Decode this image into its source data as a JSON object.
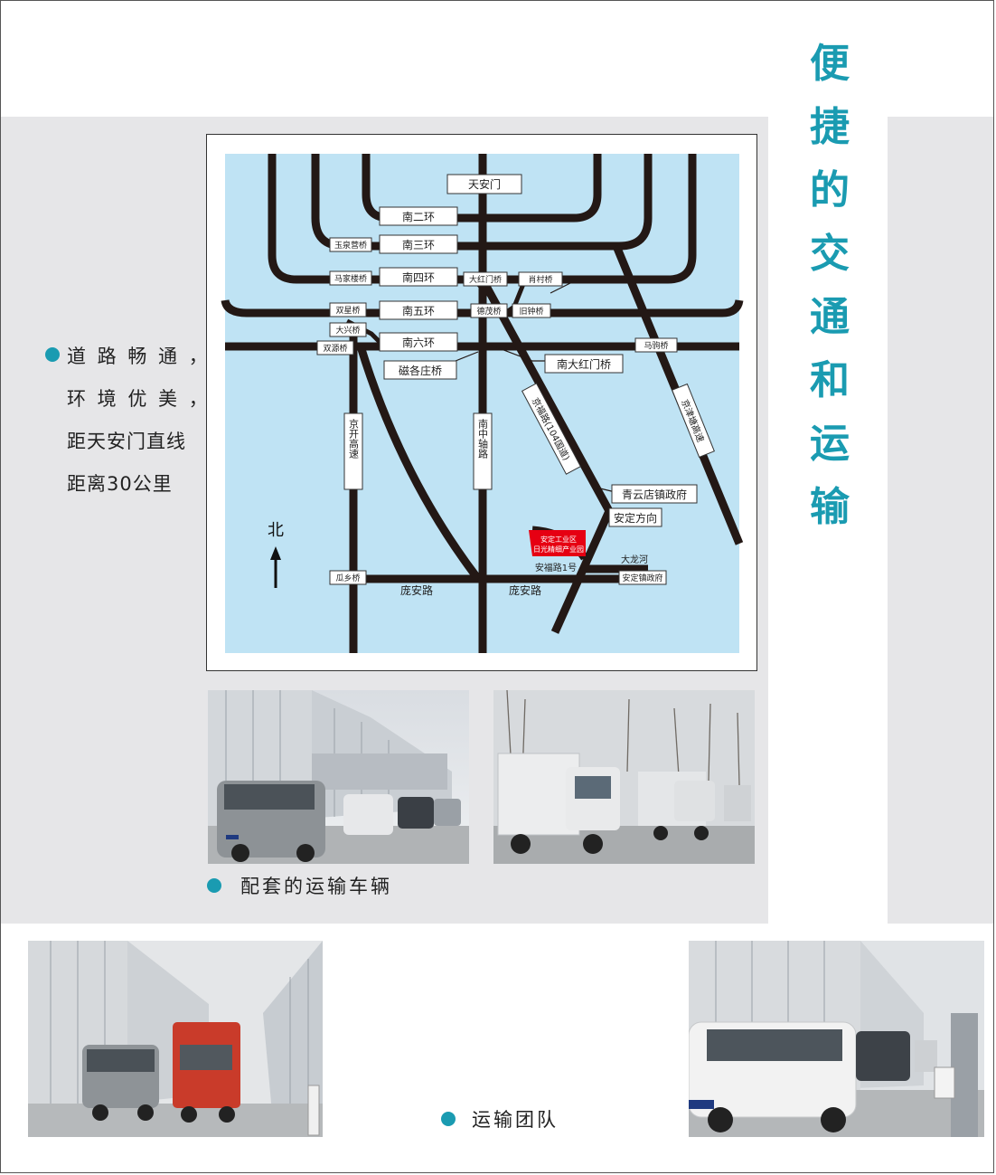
{
  "title_chars": [
    "便",
    "捷",
    "的",
    "交",
    "通",
    "和",
    "运",
    "输"
  ],
  "intro_lines": [
    "道 路 畅 通 ，",
    "环 境 优 美 ，",
    "距天安门直线",
    "距离30公里"
  ],
  "map": {
    "north": "北",
    "labels": {
      "tiananmen": "天安门",
      "ring2": "南二环",
      "ring3": "南三环",
      "ring4": "南四环",
      "ring5": "南五环",
      "ring6": "南六环",
      "yuquanying": "玉泉营桥",
      "majialou": "马家楼桥",
      "shuangxing": "双星桥",
      "daxing": "大兴桥",
      "shuangyuan": "双源桥",
      "dahongmen": "大红门桥",
      "xiaocun": "肖村桥",
      "demao": "德茂桥",
      "jiuzhong": "旧钟桥",
      "majuqiao": "马驹桥",
      "cigezhuang": "磁各庄桥",
      "nandahongmen": "南大红门桥",
      "jingkai": "京开高速",
      "nanzhongzhou": "南中轴路",
      "jingfu": "京福路(104国道)",
      "jingjintang": "京津塘高速",
      "qingyundian": "青云店镇政府",
      "anding_dir": "安定方向",
      "park_line1": "安定工业区",
      "park_line2": "日光精细产业园",
      "dalonghe": "大龙河",
      "anfu": "安福路1号",
      "guaxiang": "瓜乡桥",
      "anding_gov": "安定镇政府",
      "pangan1": "庞安路",
      "pangan2": "庞安路"
    }
  },
  "vehicles_caption": "配套的运输车辆",
  "team_caption": "运输团队",
  "colors": {
    "accent": "#1a9bb1",
    "panel": "#e6e6e8",
    "map_water": "#bfe3f4",
    "road": "#231815",
    "marker": "#e60012"
  }
}
